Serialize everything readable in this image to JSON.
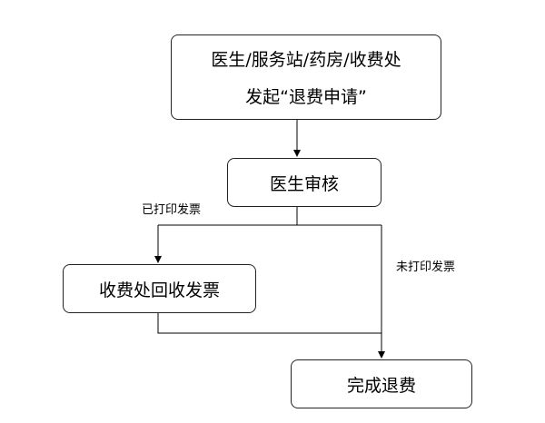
{
  "nodes": {
    "start": {
      "line1": "医生/服务站/药房/收费处",
      "line2": "发起“退费申请”"
    },
    "review": "医生审核",
    "recover_invoice": "收费处回收发票",
    "done": "完成退费"
  },
  "edge_labels": {
    "printed": "已打印发票",
    "unprinted": "未打印发票"
  }
}
